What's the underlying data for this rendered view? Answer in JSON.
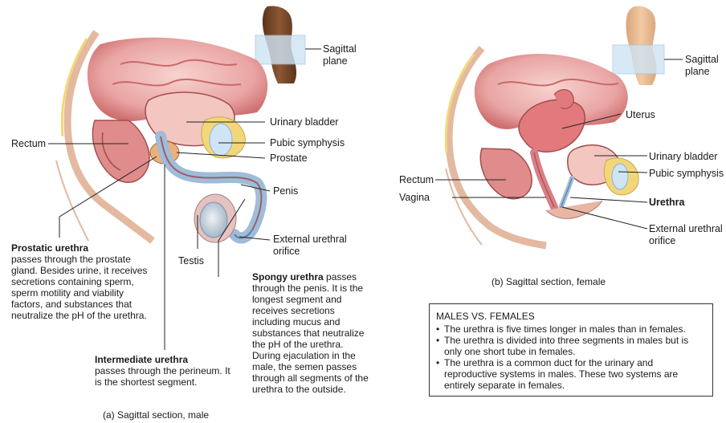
{
  "male": {
    "caption": "(a) Sagittal section, male",
    "labels": {
      "sagittal_plane": "Sagittal\nplane",
      "rectum": "Rectum",
      "urinary_bladder": "Urinary bladder",
      "pubic_symphysis": "Pubic symphysis",
      "prostate": "Prostate",
      "penis": "Penis",
      "external_urethral_orifice": "External urethral\norifice",
      "testis": "Testis"
    },
    "prostatic_urethra": {
      "title": "Prostatic urethra",
      "text": "passes through the prostate gland. Besides urine, it receives secretions containing sperm, sperm motility and viability factors, and substances that neutralize the pH of the urethra."
    },
    "intermediate_urethra": {
      "title": "Intermediate urethra",
      "text": "passes through the perineum. It is the shortest segment."
    },
    "spongy_urethra": {
      "title": "Spongy urethra",
      "text": "passes through the penis. It is the longest segment and receives secretions including mucus and substances that neutralize the pH of the urethra. During ejaculation in the male, the semen passes through all segments of the urethra to the outside."
    }
  },
  "female": {
    "caption": "(b) Sagittal section, female",
    "labels": {
      "sagittal_plane": "Sagittal\nplane",
      "uterus": "Uterus",
      "urinary_bladder": "Urinary bladder",
      "pubic_symphysis": "Pubic symphysis",
      "rectum": "Rectum",
      "vagina": "Vagina",
      "urethra": "Urethra",
      "external_urethral_orifice": "External urethral\norifice"
    }
  },
  "comparison": {
    "title": "MALES VS. FEMALES",
    "points": [
      "The urethra is five times longer in males than in females.",
      "The urethra is divided into three segments in males but is only one short tube in females.",
      "The urethra is a common duct for the urinary and reproductive systems in males. These two systems are entirely separate in females."
    ]
  },
  "colors": {
    "skin_dark": "#7a4a2a",
    "skin_light": "#e9b98f",
    "tissue_pink": "#e8a3a3",
    "tissue_red": "#c85a5a",
    "bladder": "#f3c6c0",
    "bone": "#f2d77a",
    "urethra_blue": "#b9d0e6",
    "plane_blue": "#cfe4f5",
    "leader": "#222222"
  }
}
